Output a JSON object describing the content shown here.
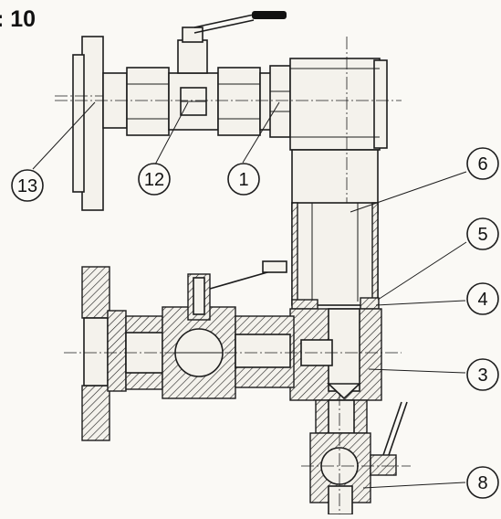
{
  "figure": {
    "title": ": 10"
  },
  "callouts": [
    {
      "id": "13",
      "label": "13"
    },
    {
      "id": "12",
      "label": "12"
    },
    {
      "id": "1",
      "label": "1"
    },
    {
      "id": "6",
      "label": "6"
    },
    {
      "id": "5",
      "label": "5"
    },
    {
      "id": "4",
      "label": "4"
    },
    {
      "id": "3",
      "label": "3"
    },
    {
      "id": "8",
      "label": "8"
    }
  ],
  "colors": {
    "ink": "#1d1d1d",
    "paper": "#faf9f5"
  }
}
